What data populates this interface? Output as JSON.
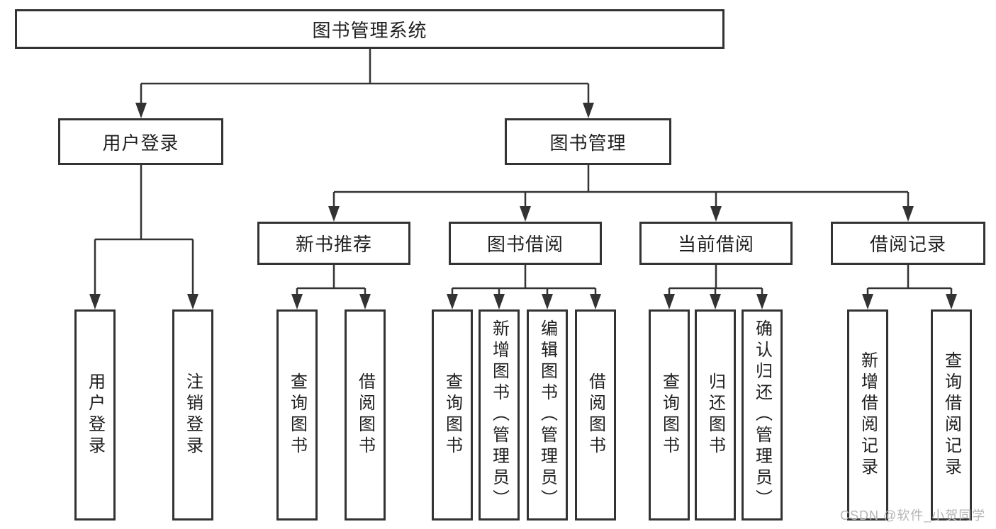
{
  "diagram": {
    "root": {
      "label": "图书管理系统"
    },
    "branches": [
      {
        "label": "用户登录",
        "children": [
          {
            "label": "用户登录"
          },
          {
            "label": "注销登录"
          }
        ]
      },
      {
        "label": "图书管理",
        "children": [
          {
            "label": "新书推荐",
            "children": [
              {
                "label": "查询图书"
              },
              {
                "label": "借阅图书"
              }
            ]
          },
          {
            "label": "图书借阅",
            "children": [
              {
                "label": "查询图书"
              },
              {
                "label": "新增图书（管理员）"
              },
              {
                "label": "编辑图书（管理员）"
              },
              {
                "label": "借阅图书"
              }
            ]
          },
          {
            "label": "当前借阅",
            "children": [
              {
                "label": "查询图书"
              },
              {
                "label": "归还图书"
              },
              {
                "label": "确认归还（管理员）"
              }
            ]
          },
          {
            "label": "借阅记录",
            "children": [
              {
                "label": "新增借阅记录"
              },
              {
                "label": "查询借阅记录"
              }
            ]
          }
        ]
      }
    ]
  },
  "watermark": {
    "text": "CSDN @软件_小贺同学"
  },
  "colors": {
    "line": "#333333",
    "box_border": "#333333",
    "box_fill": "#ffffff",
    "text": "#1f1f1f",
    "watermark": "#b5b5b5",
    "background": "#ffffff"
  }
}
